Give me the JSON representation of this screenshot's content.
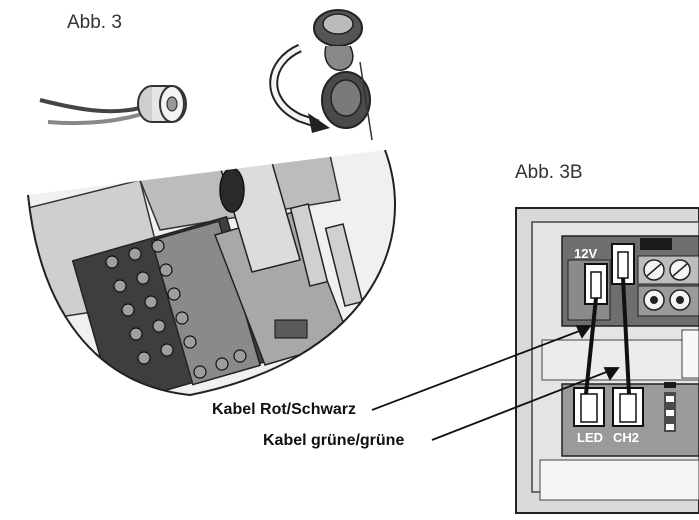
{
  "figures": {
    "fig3_label": "Abb. 3",
    "fig3b_label": "Abb. 3B"
  },
  "terminal_labels": {
    "v12": "12V",
    "led": "LED",
    "ch2": "CH2"
  },
  "callouts": {
    "red_black": "Kabel Rot/Schwarz",
    "green_green": "Kabel grüne/grüne"
  },
  "colors": {
    "line": "#1a1a1a",
    "panel": "#d9d9d9",
    "dark_gray": "#6e6e6e",
    "mid_gray": "#9a9a9a",
    "light_gray": "#bdbdbd"
  }
}
